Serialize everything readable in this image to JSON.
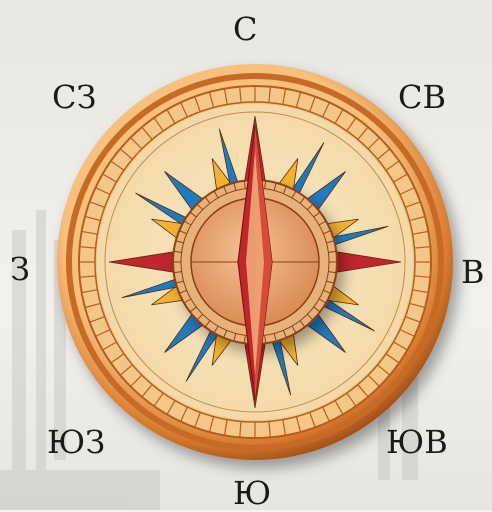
{
  "directions": {
    "n": "С",
    "ne": "СВ",
    "e": "В",
    "se": "ЮВ",
    "s": "Ю",
    "sw": "ЮЗ",
    "w": "З",
    "nw": "СЗ"
  },
  "colors": {
    "background": "#f4f3f0",
    "rim_outer": "#c96a22",
    "rim_inner": "#f2a257",
    "face": "#f8e8c2",
    "primary_point": "#c0262b",
    "secondary_point": "#1f7bc0",
    "tertiary_point": "#f2b233",
    "hub": "#f0a878",
    "label": "#1a1a1a"
  },
  "icons": {
    "rose": "compass-rose-icon"
  }
}
